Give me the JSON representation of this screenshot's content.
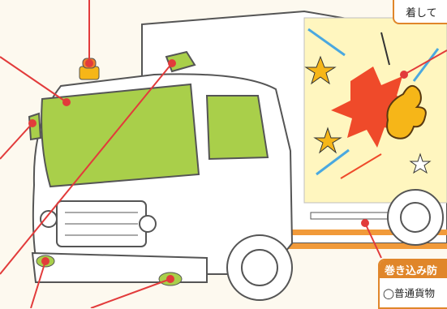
{
  "callouts": {
    "top_right_text": "着して",
    "bottom_right_heading": "巻き込み防",
    "bottom_right_item": "◯普通貨物"
  },
  "colors": {
    "highlight_green": "#a9cf4a",
    "leader_red": "#e23b3b",
    "accent_orange": "#e0862a",
    "outline": "#555555"
  }
}
